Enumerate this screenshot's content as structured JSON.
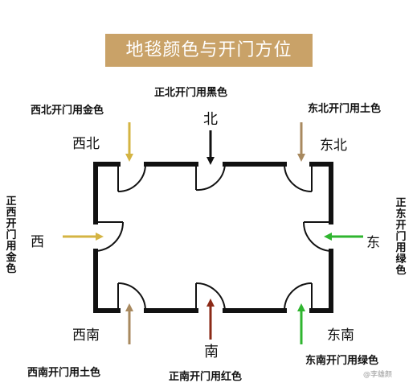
{
  "title": "地毯颜色与开门方位",
  "labels": {
    "north_wall": "正北开门用黑色",
    "northwest_corner": "西北开门用金色",
    "northeast_corner": "东北开门用土色",
    "west_wall": "正西开门用金色",
    "east_wall": "正东开门用绿色",
    "southwest_corner": "西南开门用土色",
    "south_wall": "正南开门用红色",
    "southeast_corner": "东南开门用绿色"
  },
  "directions": {
    "north": "北",
    "northwest": "西北",
    "northeast": "东北",
    "west": "西",
    "east": "东",
    "southwest": "西南",
    "south": "南",
    "southeast": "东南"
  },
  "watermark": "@李雄颜",
  "colors": {
    "banner": "#c9a268",
    "gold": "#d4b443",
    "earth": "#a8895f",
    "black": "#111111",
    "green": "#2fb52f",
    "red": "#8b2a17"
  }
}
